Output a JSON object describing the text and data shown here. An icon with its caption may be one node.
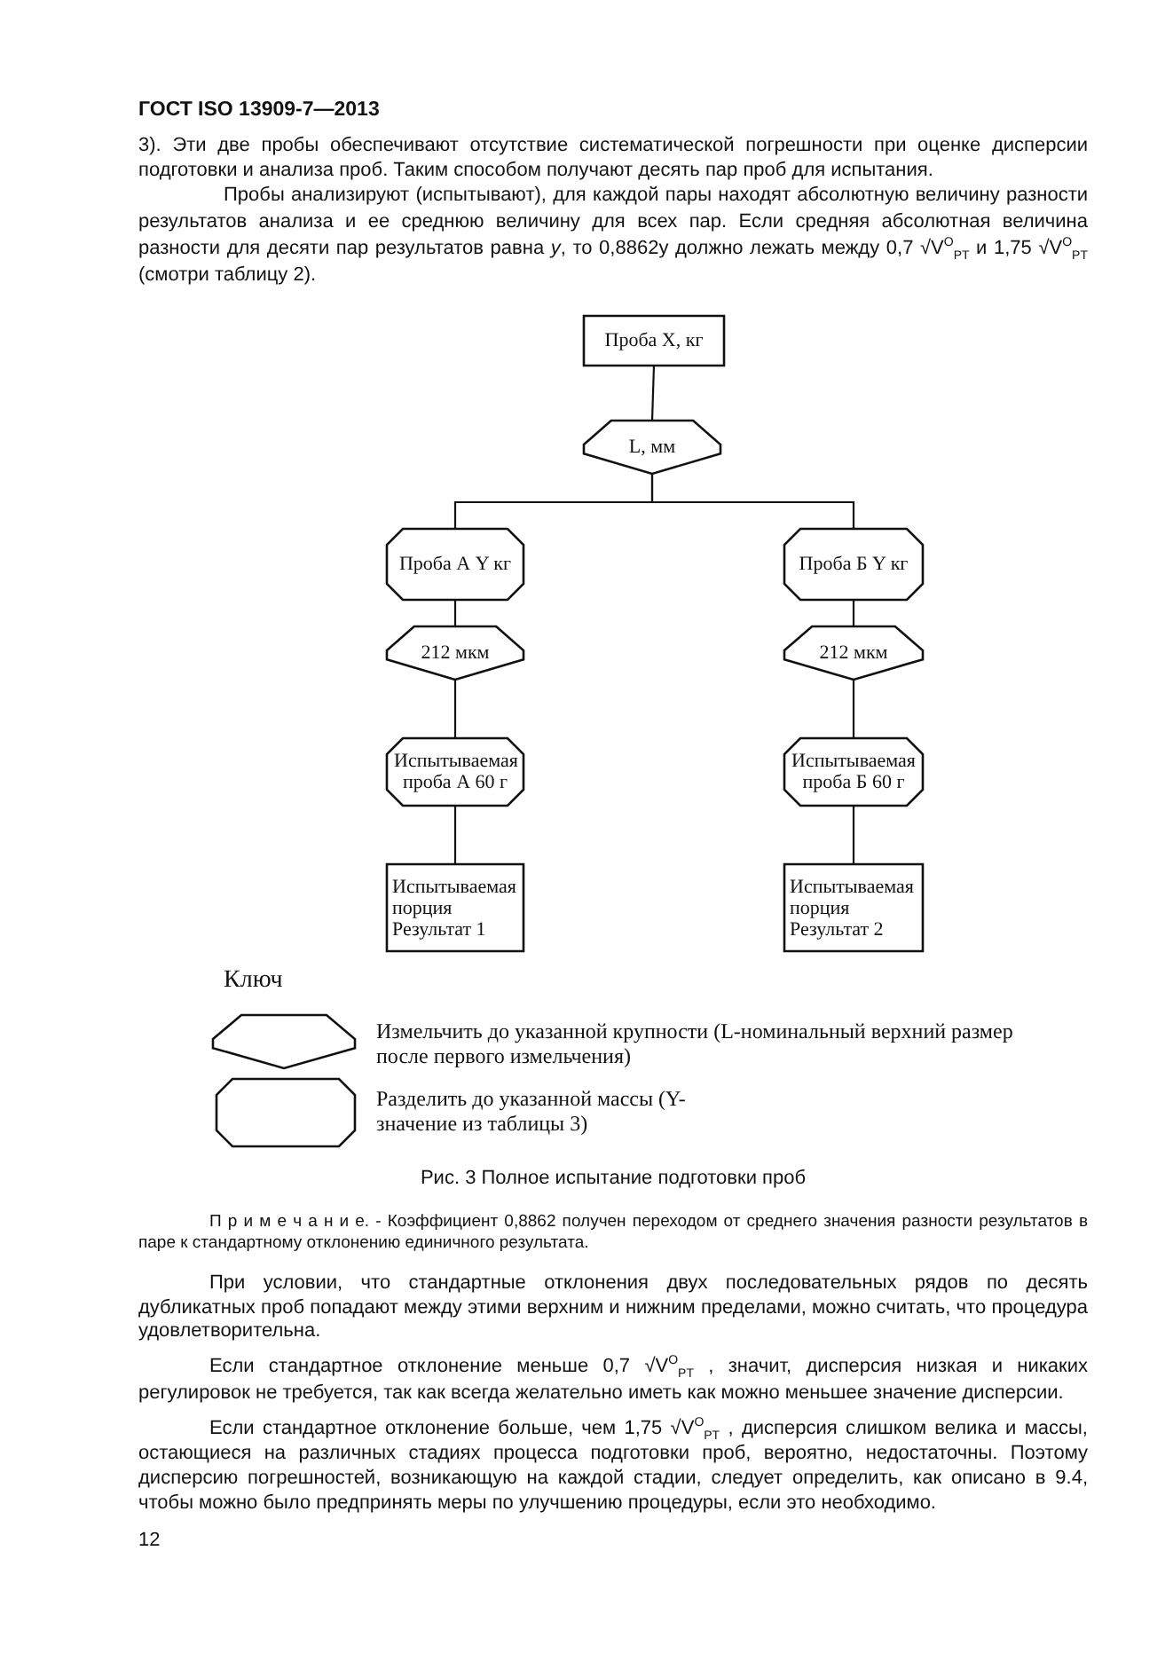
{
  "diagram": {
    "caption": "Рис. 3 Полное испытание подготовки проб",
    "nodes": [
      {
        "text": [
          "Проба X, кг"
        ]
      },
      {
        "text": [
          "L, мм"
        ]
      },
      {
        "text": [
          "Проба А Y кг"
        ]
      },
      {
        "text": [
          "Проба Б Y кг"
        ]
      },
      {
        "text": [
          "212 мкм"
        ]
      },
      {
        "text": [
          "212 мкм"
        ]
      },
      {
        "text": [
          "Испытываемая проба А 60 г"
        ]
      },
      {
        "text": [
          "Испытываемая проба Б 60 г"
        ]
      },
      {
        "text": [
          "Испытываемая порция Результат 1"
        ]
      },
      {
        "text": [
          "Испытываемая порция Результат 2"
        ]
      }
    ],
    "edges": [
      {
        "from": 0,
        "to": 1,
        "arrow": "none"
      },
      {
        "from": 1,
        "to": 2,
        "arrow": "none"
      },
      {
        "from": 1,
        "to": 3,
        "arrow": "none"
      },
      {
        "from": 2,
        "to": 4,
        "arrow": "none"
      },
      {
        "from": 4,
        "to": 6,
        "arrow": "none"
      },
      {
        "from": 6,
        "to": 8,
        "arrow": "none"
      },
      {
        "from": 3,
        "to": 5,
        "arrow": "none"
      },
      {
        "from": 5,
        "to": 7,
        "arrow": "none"
      },
      {
        "from": 7,
        "to": 9,
        "arrow": "none"
      }
    ],
    "labels": [
      "ГОСТ ISO 13909-7—2013",
      "3). Эти две пробы обеспечивают отсутствие систематической погрешности при оценке дисперсии подготовки и анализа проб. Таким способом получают десять пар проб для испытания.",
      "Пробы анализируют (испытывают), для каждой пары находят абсолютную величину разности результатов анализа и ее среднюю величину для всех пар. Если средняя абсолютная величина разности для десяти пар результатов равна *у*, то 0,8862у должно лежать между 0,7 √V$^{O}$$_{PT}$ и 1,75 √V$^{O}$$_{PT}$ (смотри таблицу 2).",
      "Ключ",
      "П р и м е ч а н и е. - Коэффициент 0,8862 получен переходом от среднего значения разности результатов в паре к стандартному отклонению единичного результата.",
      "При условии, что стандартные отклонения двух последовательных рядов по десять дубликатных проб попадают между этими верхним и нижним пределами, можно считать, что процедура удовлетворительна.",
      "Если стандартное отклонение меньше 0,7 √V$^{O}$$_{PT}$ , значит, дисперсия низкая и никаких регулировок не требуется, так как всегда желательно иметь как можно меньшее значение дисперсии.",
      "Если стандартное отклонение больше, чем 1,75 √V$^{O}$$_{PT}$ , дисперсия слишком велика и массы, остающиеся на различных стадиях процесса подготовки проб, вероятно, недостаточны. Поэтому дисперсию погрешностей, возникающую на каждой стадии, следует определить, как описано в 9.4, чтобы можно было предпринять меры по улучшению процедуры, если это необходимо.",
      "12"
    ],
    "legend": [
      {
        "text": "Измельчить до указанной крупности (L-номинальный верхний размер после первого измельчения)"
      },
      {
        "text": "Разделить до указанной массы (Y-значение из таблицы 3)"
      }
    ]
  }
}
